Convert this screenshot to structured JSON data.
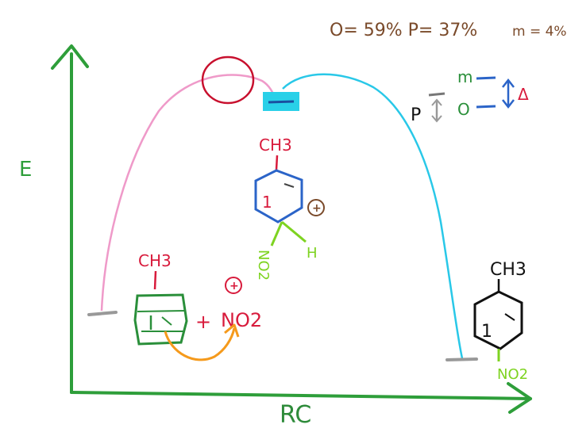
{
  "header": {
    "ratio_line": "O= 59%  P= 37%",
    "m_ratio": "m = 4%"
  },
  "axes": {
    "y_label": "E",
    "x_label": "RC"
  },
  "reactants": {
    "ring_label": "CH3",
    "plus": "+",
    "electrophile": "NO2",
    "electrophile_charge": "+"
  },
  "intermediate": {
    "ring_label": "CH3",
    "ring_mark": "1",
    "charge": "+",
    "substituent": "NO2",
    "hydrogen": "H"
  },
  "product": {
    "ring_label": "CH3",
    "ring_mark": "1",
    "substituent": "NO2"
  },
  "energy_diagram": {
    "p_label": "P",
    "m_label": "m",
    "o_label": "O",
    "delta_label": "Δ"
  },
  "colors": {
    "axis": "#2e9e3a",
    "pink_curve": "#ef9ac9",
    "cyan_curve": "#29c8e8",
    "red": "#d81b3c",
    "brown": "#7a4a2a",
    "lime": "#7ed321",
    "blue": "#2b64c8",
    "orange": "#f59a1c"
  }
}
